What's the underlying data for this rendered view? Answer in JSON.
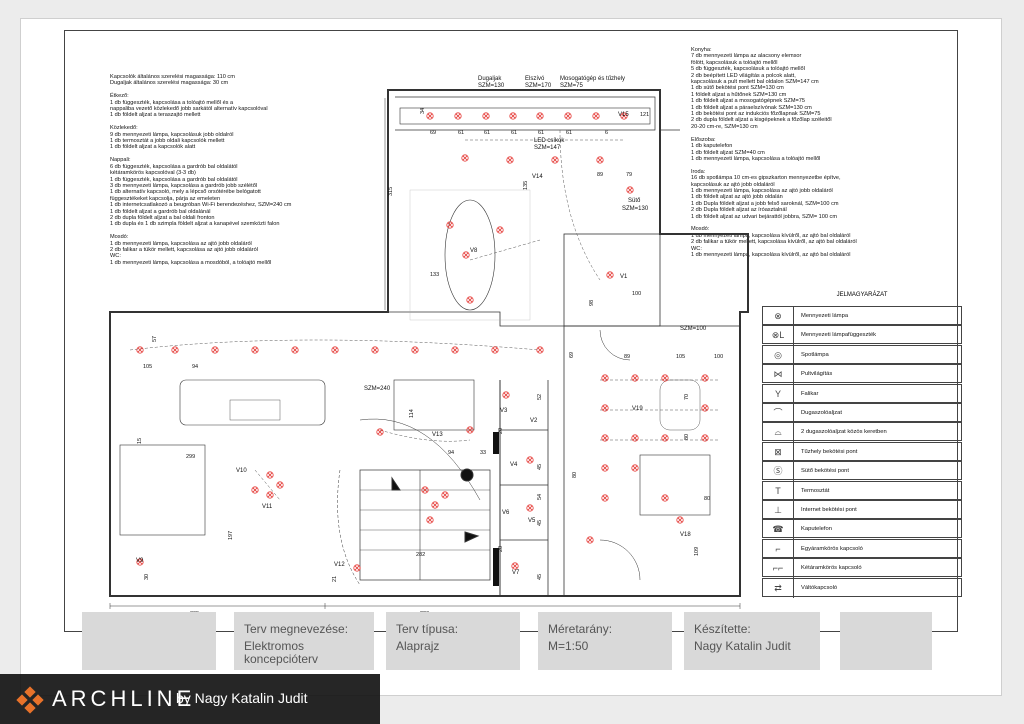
{
  "notes_left": [
    "Kapcsolók általános szerelési magassága: 110 cm",
    "Dugaljak általános szerelési magassága: 30 cm",
    "",
    "Étkező:",
    "1 db függeszték, kapcsolása a tolóajtó mellől és a",
    "nappaliba vezető közlekedő jobb sarkától alternatív kapcsolóval",
    "1 db földelt aljzat a teraszajtó mellett",
    "",
    "Közlekedő:",
    "9 db mennyezeti lámpa, kapcsolásuk jobb oldalról",
    "1 db termosztát a jobb oldali kapcsolók mellett",
    "1 db földelt aljzat a kapcsolók alatt",
    "",
    "Nappali:",
    "6 db függeszték, kapcsolása a gardrób bal oldalától",
    "kétáramkörös kapcsolóval (3-3 db)",
    "1 db függeszték, kapcsolása a gardrób bal oldalától",
    "3 db mennyezeti lámpa, kapcsolása a gardrób jobb szélétől",
    "1 db alternatív kapcsoló, mely a lépcső orsótérébe belógatott",
    "függesztékeket kapcsolja, párja az emeleten",
    "1 db internetcsatlakozó a beugróban Wi-Fi berendezéshez, SZM=240 cm",
    "1 db földelt aljzat a gardrób bal oldalánál",
    "2 db dupla földelt aljzat a bal oldali fronton",
    "1 db dupla és 1 db szimpla földelt aljzat a kanapével szemközti falon",
    "",
    "Mosdó:",
    "1 db mennyezeti lámpa, kapcsolása az ajtó jobb oldaláról",
    "2 db falikar a tükör mellett, kapcsolása az ajtó jobb oldaláról",
    "WC:",
    "1 db mennyezeti lámpa, kapcsolása a mosdóból, a tolóajtó mellől"
  ],
  "notes_right": [
    "Konyha:",
    "7 db mennyezeti lámpa az alacsony elemsor",
    "fölött, kapcsolásuk a tolóajtó mellől",
    "5 db függeszték, kapcsolásuk a tolóajtó mellől",
    "2 db beépített LED világítás a polcok alatt,",
    "kapcsolásuk a pult mellett bal oldalon SZM=147 cm",
    "1 db sütő bekötési pont SZM=130 cm",
    "1 földelt aljzat a hűtőnek SZM=130 cm",
    "1 db földelt aljzat a mosogatógépnek SZM=75",
    "1 db földelt aljzat a páraelszívónak SZM=130 cm",
    "1 db bekötési pont az indukciós főzőlapnak SZM=75",
    "2 db dupla földelt aljzat a kisgépeknek a főzőlap széleitől",
    "20-20 cm-re, SZM=130 cm",
    "",
    "Előszoba:",
    "1 db kaputelefon",
    "1 db földelt aljzat SZM=40 cm",
    "1 db mennyezeti lámpa, kapcsolása a tolóajtó mellől",
    "",
    "Iroda:",
    "16 db spotlámpa 10 cm-es gipszkarton mennyezetbe építve,",
    "kapcsolásuk az ajtó jobb oldaláról",
    "1 db mennyezeti lámpa, kapcsolása az ajtó jobb oldaláról",
    "1 db földelt aljzat az ajtó jobb oldalán",
    "1 db Dupla földelt aljzat a jobb felső saroknál, SZM=100 cm",
    "2 db Dupla földelt aljzat az íróasztalnál",
    "1 db földelt aljzat az udvari bejárattól jobbra, SZM= 100 cm",
    "",
    "Mosdó:",
    "1 db mennyezeti lámpa, kapcsolása kívülről, az ajtó bal oldaláról",
    "2 db falikar a tükör mellett, kapcsolása kívülről, az ajtó bal oldaláról",
    "WC:",
    "1 db mennyezeti lámpa, kapcsolása kívülről, az ajtó bal oldaláról"
  ],
  "legend": {
    "title": "JELMAGYARÁZAT",
    "items": [
      {
        "icon": "ceiling-lamp-icon",
        "glyph": "⊗",
        "label": "Mennyezeti lámpa"
      },
      {
        "icon": "pendant-lamp-icon",
        "glyph": "⊗L",
        "label": "Mennyezeti lámpafüggeszték"
      },
      {
        "icon": "spot-lamp-icon",
        "glyph": "◎",
        "label": "Spotlámpa"
      },
      {
        "icon": "counter-light-icon",
        "glyph": "⋈",
        "label": "Pultvilágítás"
      },
      {
        "icon": "wall-light-icon",
        "glyph": "Y",
        "label": "Falikar"
      },
      {
        "icon": "socket-icon",
        "glyph": "⌒",
        "label": "Dugaszolóaljzat"
      },
      {
        "icon": "double-socket-icon",
        "glyph": "⌓",
        "label": "2 dugaszolóaljzat közös keretben"
      },
      {
        "icon": "stove-connection-icon",
        "glyph": "⊠",
        "label": "Tűzhely bekötési pont"
      },
      {
        "icon": "oven-connection-icon",
        "glyph": "Ⓢ",
        "label": "Sütő bekötési pont"
      },
      {
        "icon": "thermostat-icon",
        "glyph": "T",
        "label": "Termosztát"
      },
      {
        "icon": "internet-point-icon",
        "glyph": "⊥",
        "label": "Internet bekötési pont"
      },
      {
        "icon": "intercom-icon",
        "glyph": "☎",
        "label": "Kaputelefon"
      },
      {
        "icon": "single-switch-icon",
        "glyph": "⌐",
        "label": "Egyáramkörös kapcsoló"
      },
      {
        "icon": "double-switch-icon",
        "glyph": "⌐⌐",
        "label": "Kétáramkörös kapcsoló"
      },
      {
        "icon": "toggle-switch-icon",
        "glyph": "⇄",
        "label": "Váltókapcsoló"
      }
    ]
  },
  "plan_labels": {
    "dugaljak": "Dugaljak",
    "elszivo": "Elszívó",
    "mosogatogep": "Mosogatógép és tűzhely",
    "szm130": "SZM=130",
    "szm170": "SZM=170",
    "szm75": "SZM=75",
    "led_csikok": "LED csíkok",
    "szm147": "SZM=147",
    "suto": "Sütő",
    "suto_szm": "SZM=130",
    "szm100": "SZM=100",
    "szm240": "SZM=240",
    "circuits": [
      "V1",
      "V2",
      "V3",
      "V4",
      "V5",
      "V6",
      "V7",
      "V8",
      "V9",
      "V10",
      "V11",
      "V12",
      "V13",
      "V14",
      "V15",
      "V18",
      "V19"
    ],
    "dims": [
      "34",
      "69",
      "61",
      "61",
      "61",
      "61",
      "61",
      "135",
      "315",
      "133",
      "57",
      "105",
      "94",
      "299",
      "197",
      "15",
      "30",
      "305",
      "220",
      "21",
      "282",
      "114",
      "94",
      "33",
      "20",
      "52",
      "45",
      "54",
      "45",
      "20",
      "45",
      "100",
      "98",
      "89",
      "79",
      "89",
      "105",
      "100",
      "70",
      "80",
      "80",
      "80",
      "109",
      "121",
      "6",
      "69",
      "8"
    ]
  },
  "title_block": {
    "name_label": "Terv megnevezése:",
    "name_value": "Elektromos koncepcióterv",
    "type_label": "Terv típusa:",
    "type_value": "Alaprajz",
    "scale_label": "Méretarány:",
    "scale_value": "M=1:50",
    "author_label": "Készítette:",
    "author_value": "Nagy Katalin Judit"
  },
  "brand": {
    "logo": "ARCHLINE",
    "by": "by Nagy Katalin Judit"
  }
}
